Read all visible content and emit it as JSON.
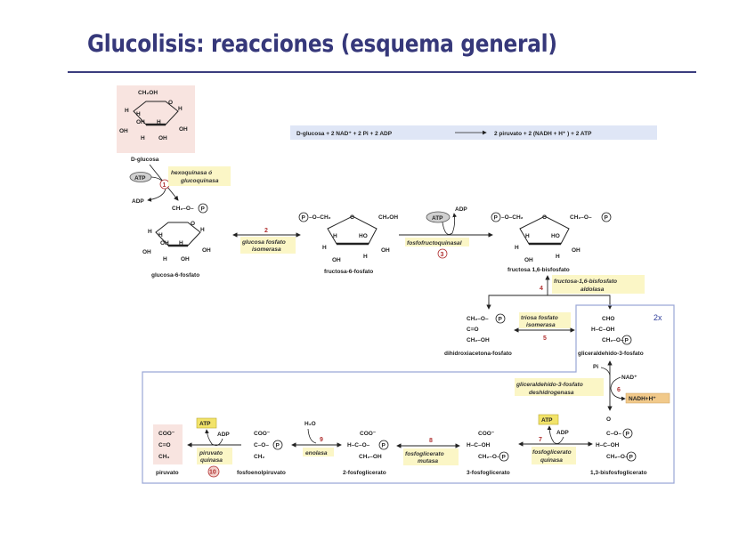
{
  "slide": {
    "title": "Glucolisis: reacciones (esquema general)"
  },
  "overall_equation": {
    "left": "D-glucosa  +  2 NAD⁺  +  2 Pi  + 2 ADP",
    "right": "2 piruvato  + 2 (NADH + H⁺ )  +  2 ATP"
  },
  "metabolites": {
    "glucose": "D-glucosa",
    "g6p": "glucosa-6-fosfato",
    "f6p": "fructosa-6-fosfato",
    "f16bp": "fructosa 1,6-bisfosfato",
    "dhap": "dihidroxiacetona-fosfato",
    "g3p": "gliceraldehido-3-fosfato",
    "bpg13": "1,3-bisfosfoglicerato",
    "pg3": "3-fosfoglicerato",
    "pg2": "2-fosfoglicerato",
    "pep": "fosfoenolpiruvato",
    "pyruvate": "piruvato"
  },
  "steps": [
    {
      "number": "1",
      "enzyme_line1": "hexoquinasa ó",
      "enzyme_line2": "glucoquinasa"
    },
    {
      "number": "2",
      "enzyme_line1": "glucosa fosfato",
      "enzyme_line2": "isomerasa"
    },
    {
      "number": "3",
      "enzyme_line1": "fosfofructoquinasal",
      "enzyme_line2": ""
    },
    {
      "number": "4",
      "enzyme_line1": "fructosa-1,6-bisfosfato",
      "enzyme_line2": "aldolasa"
    },
    {
      "number": "5",
      "enzyme_line1": "triosa fosfato",
      "enzyme_line2": "isomerasa"
    },
    {
      "number": "6",
      "enzyme_line1": "gliceraldehido-3-fosfato",
      "enzyme_line2": "deshidrogenasa"
    },
    {
      "number": "7",
      "enzyme_line1": "fosfoglicerato",
      "enzyme_line2": "quinasa"
    },
    {
      "number": "8",
      "enzyme_line1": "fosfoglicerato",
      "enzyme_line2": "mutasa"
    },
    {
      "number": "9",
      "enzyme_line1": "enolasa",
      "enzyme_line2": ""
    },
    {
      "number": "10",
      "enzyme_line1": "piruvato",
      "enzyme_line2": "quinasa"
    }
  ],
  "cofactors": {
    "atp": "ATP",
    "adp": "ADP",
    "nad": "NAD⁺",
    "nadh": "NADH+H⁺",
    "pi": "Pi",
    "h2o": "H₂O",
    "phosphate": "P"
  },
  "multiplier": "2x",
  "colors": {
    "title": "#36387a",
    "enzyme_highlight": "#fbf6c6",
    "step_number": "#b03030",
    "box_border": "#9aa6d6",
    "substrate_bg": "#f8e4e0",
    "atp_bg": "#f2e36a",
    "nadh_bg": "#f1c98a",
    "equation_bg": "#dfe6f6"
  }
}
